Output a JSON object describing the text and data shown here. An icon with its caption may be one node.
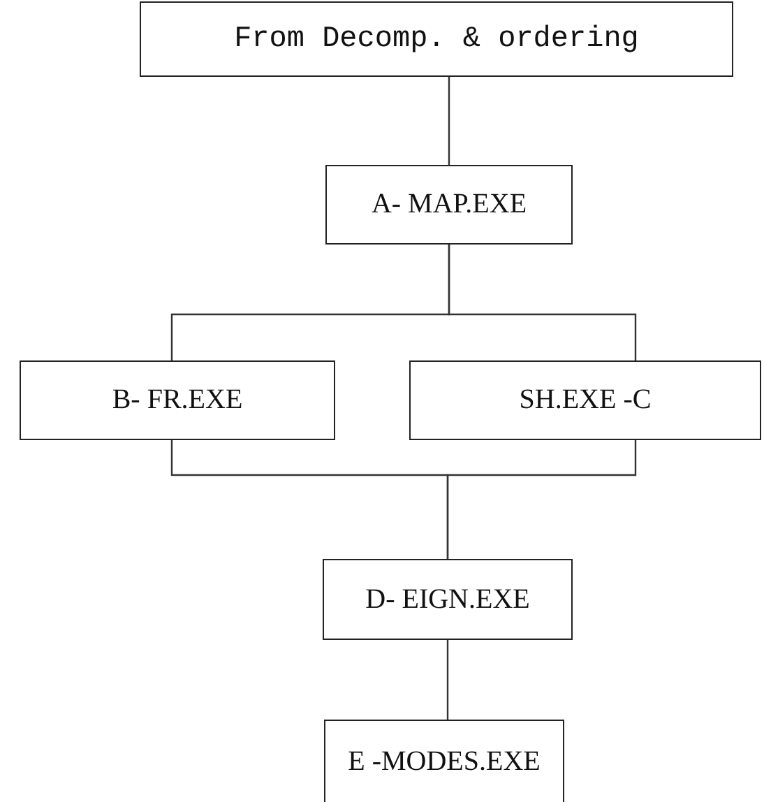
{
  "diagram": {
    "nodes": [
      {
        "text": [
          "From Decomp. & ordering"
        ]
      },
      {
        "text": [
          "A- MAP.EXE"
        ]
      },
      {
        "text": [
          "B- FR.EXE"
        ]
      },
      {
        "text": [
          "SH.EXE -C"
        ]
      },
      {
        "text": [
          "D- EIGN.EXE"
        ]
      },
      {
        "text": [
          "E -MODES.EXE"
        ]
      }
    ],
    "edges": [
      {
        "from": 0,
        "to": 1,
        "arrow": "none"
      },
      {
        "from": 1,
        "to": 2,
        "arrow": "none"
      },
      {
        "from": 1,
        "to": 3,
        "arrow": "none"
      },
      {
        "from": 2,
        "to": 4,
        "arrow": "none"
      },
      {
        "from": 3,
        "to": 4,
        "arrow": "none"
      },
      {
        "from": 4,
        "to": 5,
        "arrow": "none"
      }
    ]
  }
}
